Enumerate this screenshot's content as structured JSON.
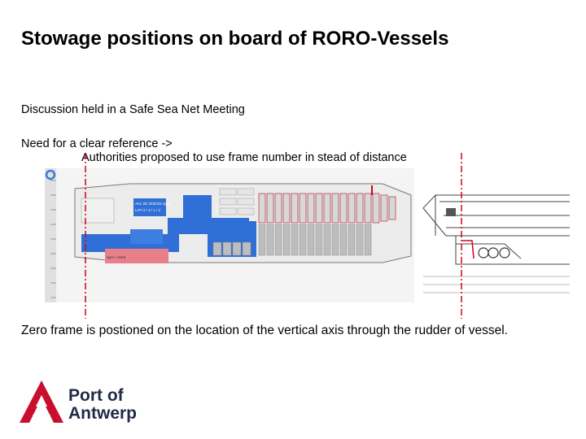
{
  "slide": {
    "title": "Stowage positions on board of RORO-Vessels",
    "line1": "Discussion held in a Safe Sea Net Meeting",
    "line2": "Need for a clear reference ->",
    "line3": "Authorities proposed to use frame number in stead of distance",
    "caption": "Zero frame is postioned on the location of the vertical axis through the rudder of vessel."
  },
  "logo": {
    "line1": "Port of",
    "line2": "Antwerp",
    "brand_color": "#c8102e",
    "text_color": "#1f2a44"
  },
  "figure": {
    "accent_red": "#d0021b",
    "deck_blue": "#2f6fd6",
    "pink": "#e8808a",
    "label_box1": "AVL 3G 2/02/4/2 4pcs",
    "label_box2": "LOT 2 / 4 / 1 / 2",
    "label_box3": "4pcs / 4/4/6"
  }
}
